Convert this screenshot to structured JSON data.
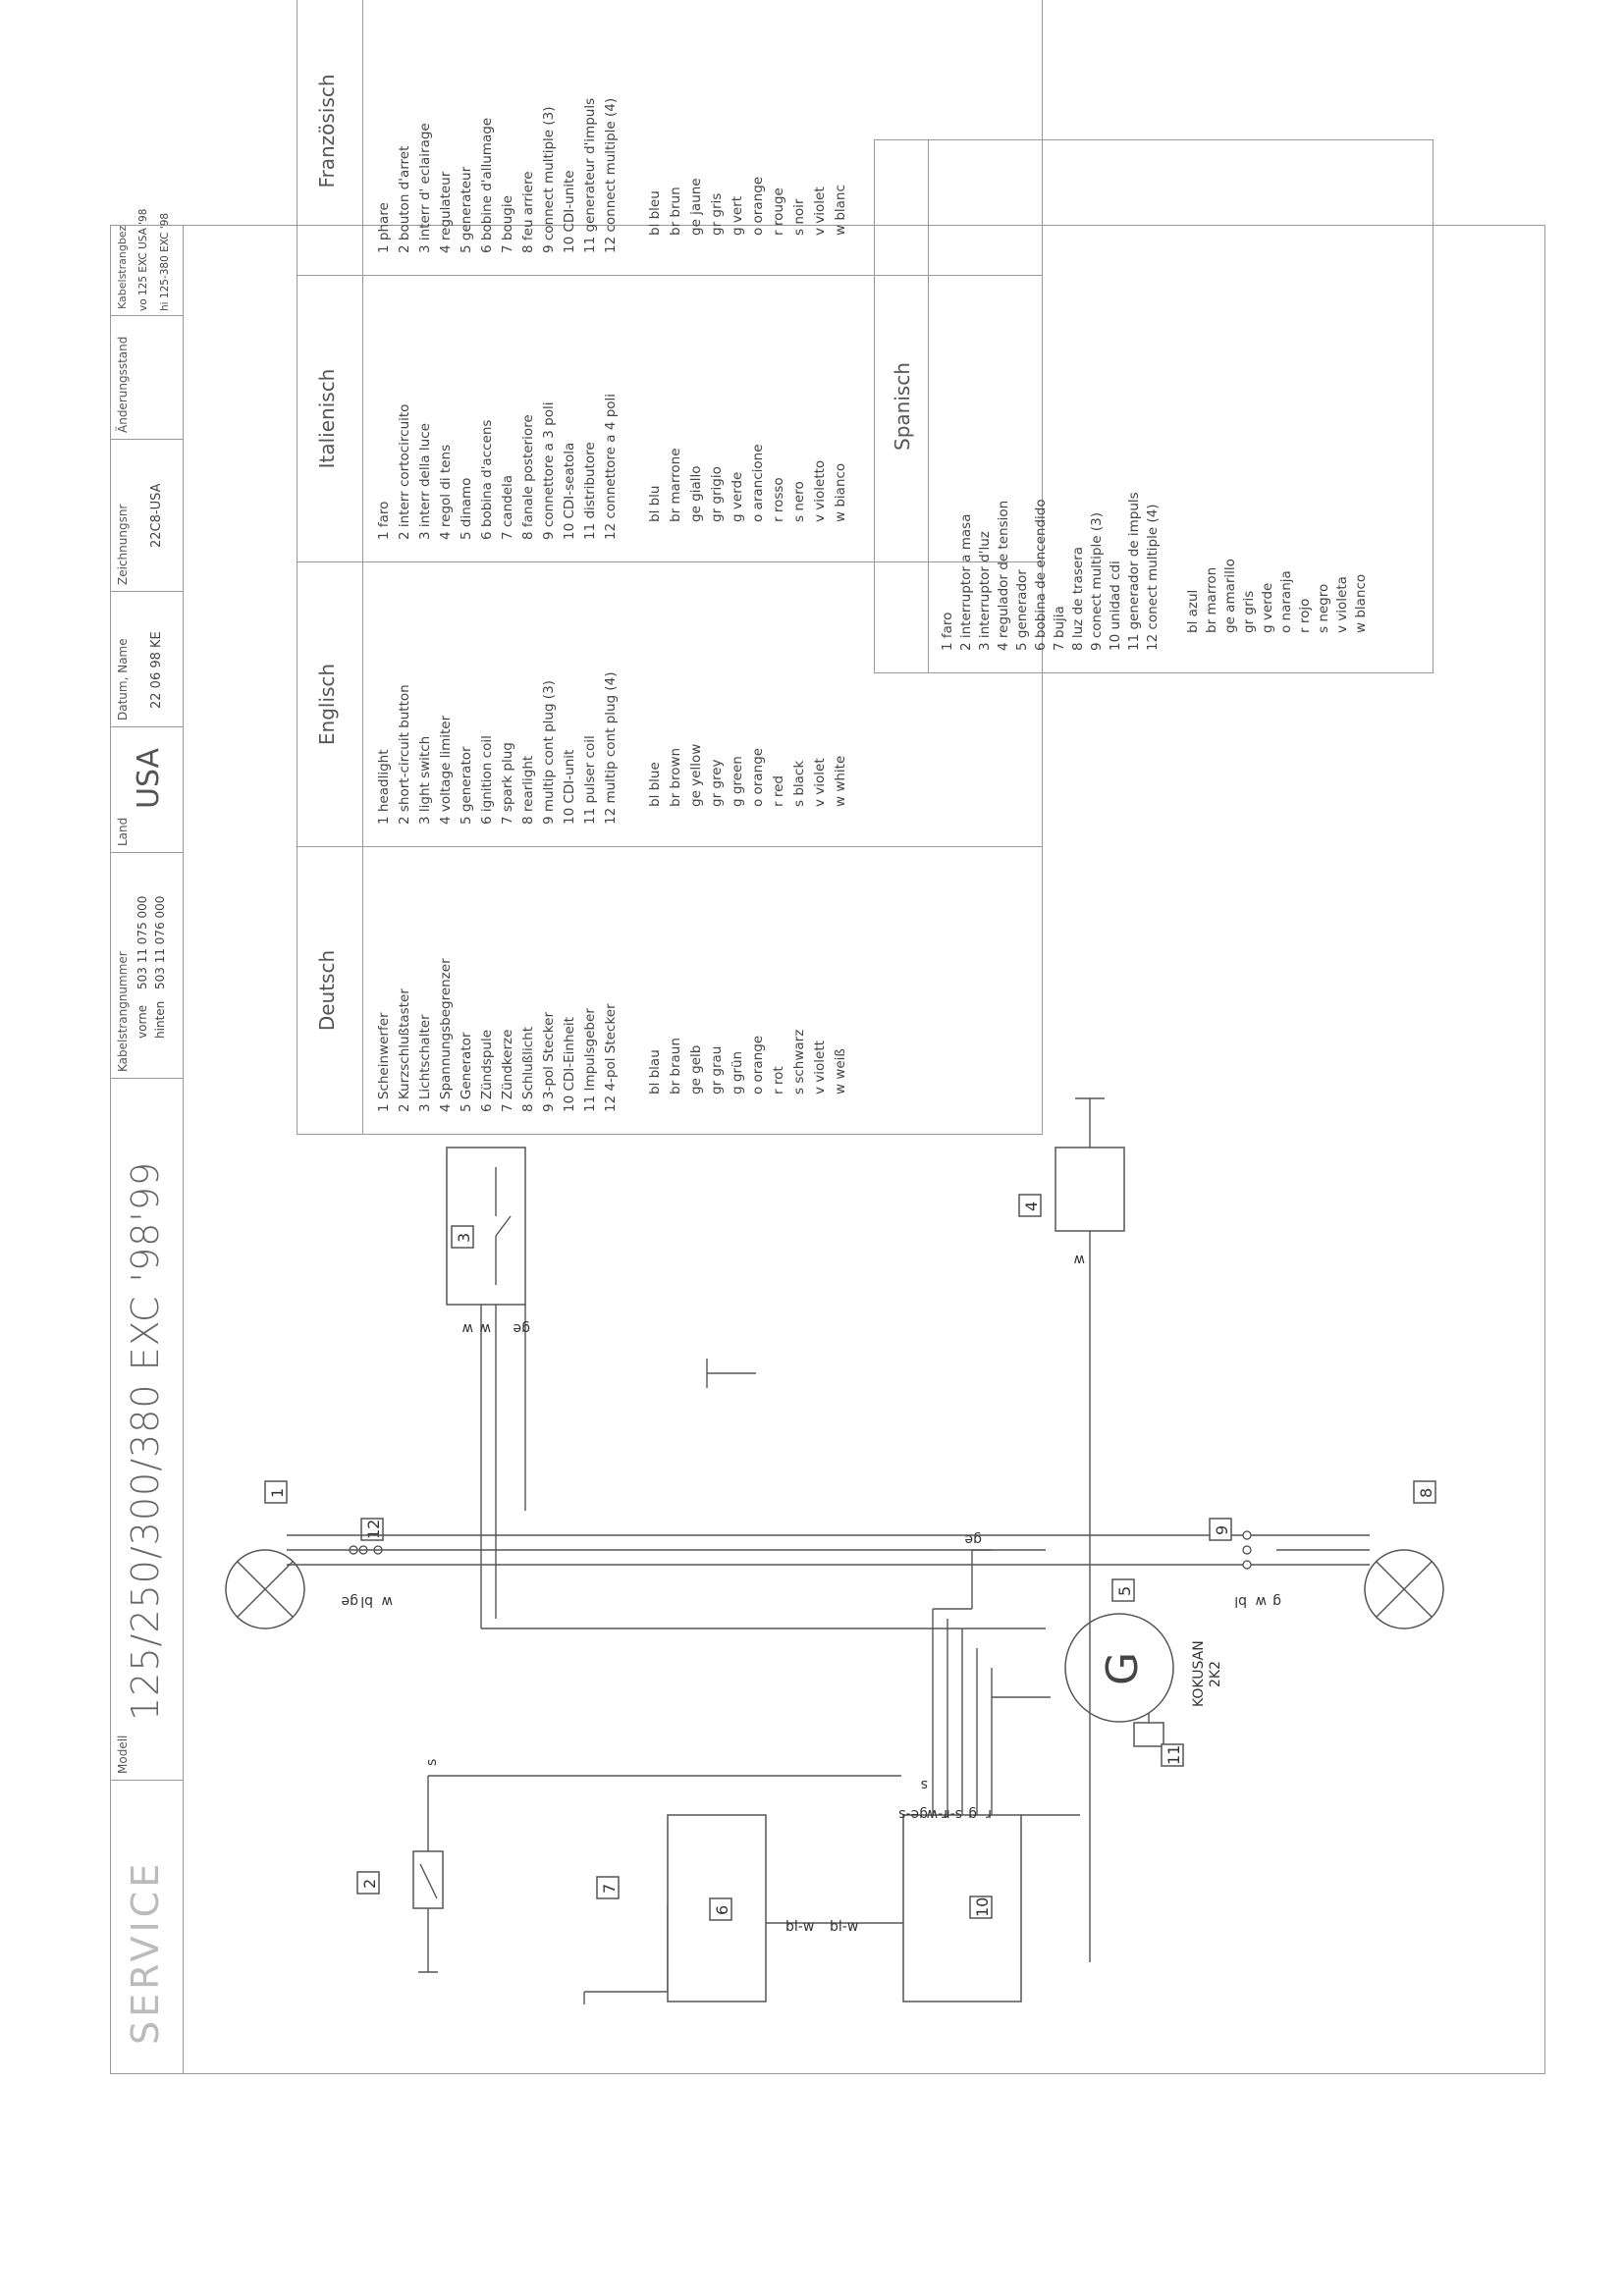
{
  "title_block": {
    "service_label": "SERVICE",
    "model_label": "Modell",
    "model_value": "125/250/300/380 EXC '98'99",
    "harness_label": "Kabelstrangnummer",
    "harness_front_label": "vorne",
    "harness_front_value": "503 11 075 000",
    "harness_rear_label": "hinten",
    "harness_rear_value": "503 11 076 000",
    "country_label": "Land",
    "country_value": "USA",
    "date_label": "Datum, Name",
    "date_value": "22 06 98 KE",
    "drawing_label": "Zeichnungsnr",
    "drawing_value": "22C8-USA",
    "revision_label": "Änderungsstand",
    "harness_desc_label": "Kabelstrangbez",
    "harness_desc_front": "vo  125 EXC USA '98",
    "harness_desc_rear": "hi  125-380 EXC '98"
  },
  "legend": {
    "deutsch": {
      "header": "Deutsch",
      "items": [
        "1 Scheinwerfer",
        "2 Kurzschlußtaster",
        "3 Lichtschalter",
        "4 Spannungsbegrenzer",
        "5 Generator",
        "6 Zündspule",
        "7 Zündkerze",
        "8 Schlußlicht",
        "9 3-pol Stecker",
        "10 CDI-Einheit",
        "11 Impulsgeber",
        "12 4-pol Stecker"
      ],
      "colors": [
        "bl  blau",
        "br  braun",
        "ge  gelb",
        "gr  grau",
        "g   grün",
        "o   orange",
        "r   rot",
        "s   schwarz",
        "v   violett",
        "w   weiß"
      ]
    },
    "englisch": {
      "header": "Englisch",
      "items": [
        "1 headlight",
        "2 short-circuit button",
        "3 light switch",
        "4 voltage limiter",
        "5 generator",
        "6 ignition coil",
        "7 spark plug",
        "8 rearlight",
        "9 multip cont plug (3)",
        "10 CDI-unit",
        "11 pulser coil",
        "12 multip cont plug (4)"
      ],
      "colors": [
        "bl  blue",
        "br  brown",
        "ge  yellow",
        "gr  grey",
        "g   green",
        "o   orange",
        "r   red",
        "s   black",
        "v   violet",
        "w   white"
      ]
    },
    "italienisch": {
      "header": "Italienisch",
      "items": [
        "1 faro",
        "2 interr cortocircuito",
        "3 interr  della luce",
        "4 regol di tens",
        "5 dinamo",
        "6 bobina d'accens",
        "7 candela",
        "8 fanale posteriore",
        "9 connettore a 3 poli",
        "10 CDI-seatola",
        "11 distributore",
        "12 connettore a 4 poli"
      ],
      "colors": [
        "bl  blu",
        "br  marrone",
        "ge  giallo",
        "gr  grigio",
        "g   verde",
        "o   arancione",
        "r   rosso",
        "s   nero",
        "v   violetto",
        "w   bianco"
      ]
    },
    "franzoesisch": {
      "header": "Französisch",
      "items": [
        "1 phare",
        "2 bouton d'arret",
        "3 interr  d' eclairage",
        "4 regulateur",
        "5 generateur",
        "6 bobine d'allumage",
        "7 bougie",
        "8 feu arriere",
        "9 connect multiple (3)",
        "10 CDI-unite",
        "11 generateur d'impuls",
        "12 connect multiple (4)"
      ],
      "colors": [
        "bl  bleu",
        "br  brun",
        "ge  jaune",
        "gr  gris",
        "g   vert",
        "o   orange",
        "r   rouge",
        "s   noir",
        "v   violet",
        "w   blanc"
      ]
    },
    "spanisch": {
      "header": "Spanisch",
      "items": [
        "1 faro",
        "2 interruptor a masa",
        "3 interruptor d'luz",
        "4 regulador de tension",
        "5 generador",
        "6 bobina de encendido",
        "7 bujia",
        "8 luz de trasera",
        "9 conect multiple (3)",
        "10 unidad cdi",
        "11 generador de impuls",
        "12 conect multiple (4)"
      ],
      "colors": [
        "bl  azul",
        "br  marron",
        "ge  amarillo",
        "gr  gris",
        "g   verde",
        "o   naranja",
        "r   rojo",
        "s   negro",
        "v   violeta",
        "w   blanco"
      ]
    }
  },
  "components": {
    "c1": "1",
    "c2": "2",
    "c3": "3",
    "c4": "4",
    "c5": "5",
    "c6": "6",
    "c7": "7",
    "c8": "8",
    "c9": "9",
    "c10": "10",
    "c11": "11",
    "c12": "12",
    "generator_symbol": "G",
    "generator_maker": "KOKUSAN",
    "generator_model": "2K2"
  },
  "wires": {
    "bl": "bl",
    "ge": "ge",
    "w": "w",
    "s": "s",
    "g": "g",
    "r": "r",
    "r_w": "r-w",
    "s_r": "s-r",
    "ge_s": "ge-s",
    "bl_w": "bl-w"
  }
}
